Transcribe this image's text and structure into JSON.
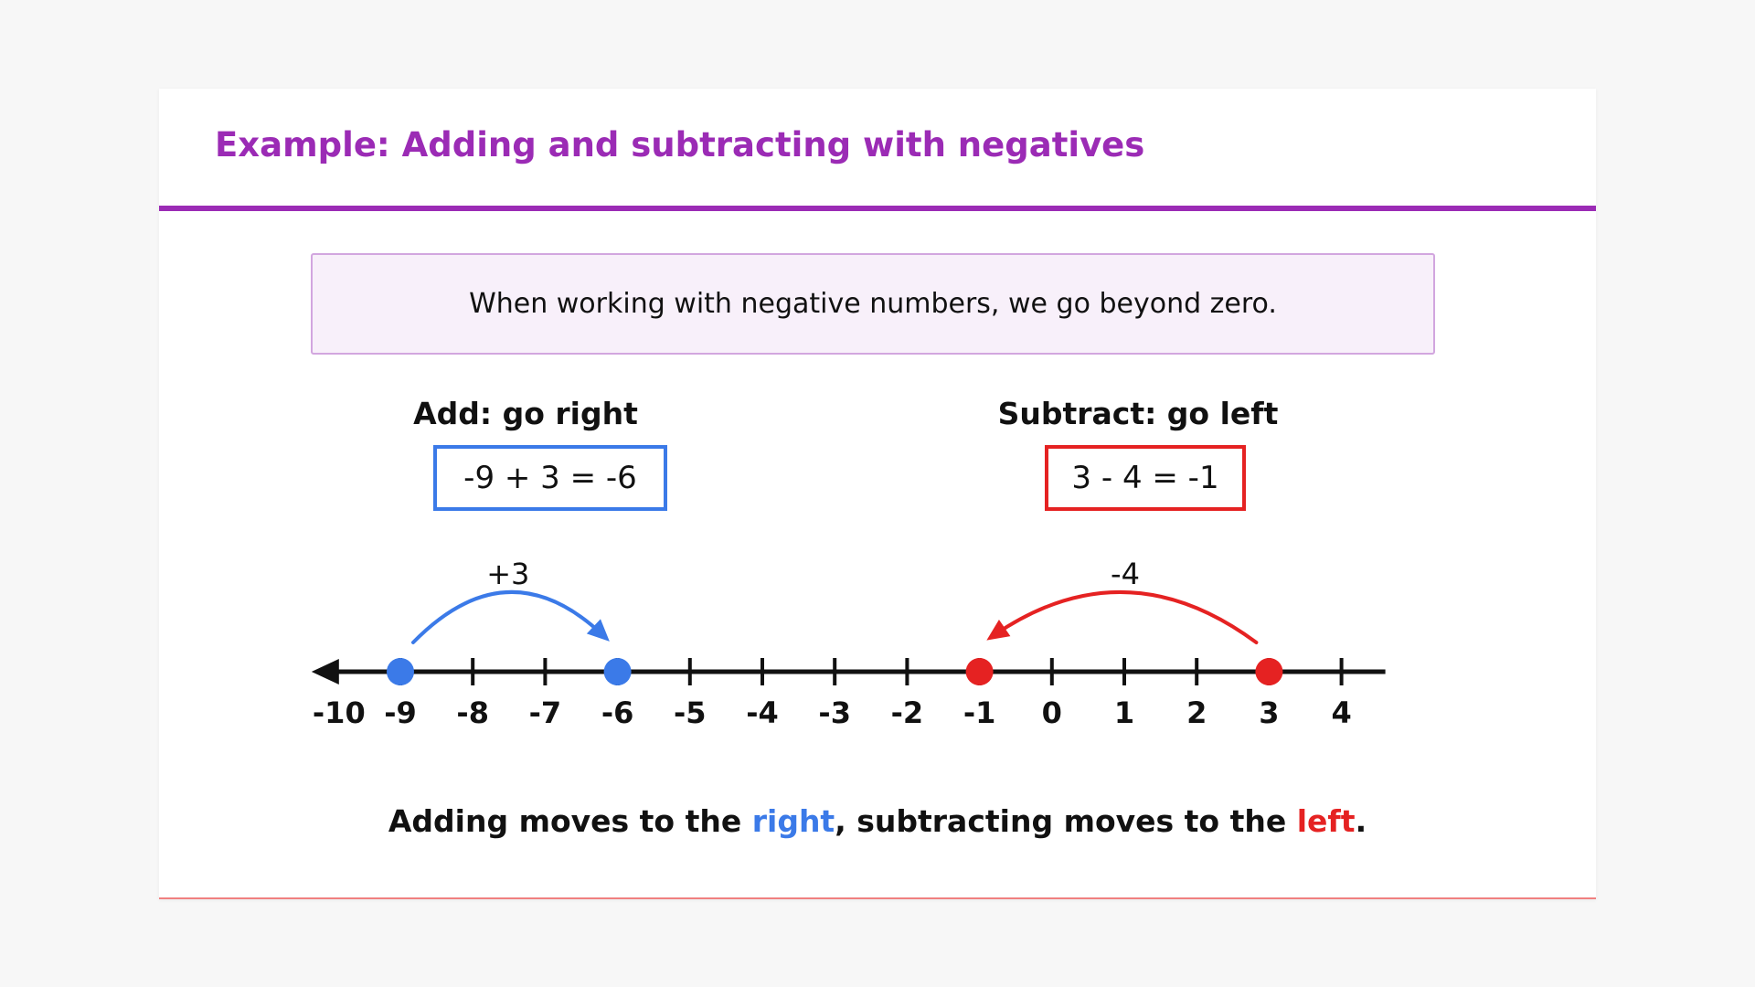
{
  "slide": {
    "title": "Example: Adding and subtracting with negatives",
    "intro": "When working with negative numbers, we go beyond zero.",
    "add": {
      "heading": "Add: go right",
      "equation": "-9 + 3 = -6",
      "color": "#3b7ae8"
    },
    "subtract": {
      "heading": "Subtract: go left",
      "equation": "3 - 4 = -1",
      "color": "#e52222"
    },
    "conclusion": {
      "part1": "Adding moves to the ",
      "right_word": "right",
      "part2": ", subtracting moves to the ",
      "left_word": "left",
      "part3": "."
    },
    "accent_color": "#9b2bb5"
  },
  "chart_data": {
    "type": "number-line",
    "ticks": [
      -10,
      -9,
      -8,
      -7,
      -6,
      -5,
      -4,
      -3,
      -2,
      -1,
      0,
      1,
      2,
      3,
      4
    ],
    "tick_labels": [
      "-10",
      "-9",
      "-8",
      "-7",
      "-6",
      "-5",
      "-4",
      "-3",
      "-2",
      "-1",
      "0",
      "1",
      "2",
      "3",
      "4"
    ],
    "left_arrow": true,
    "points": [
      {
        "value": -9,
        "color": "#3b7ae8"
      },
      {
        "value": -6,
        "color": "#3b7ae8"
      },
      {
        "value": -1,
        "color": "#e52222"
      },
      {
        "value": 3,
        "color": "#e52222"
      }
    ],
    "jumps": [
      {
        "from": -9,
        "to": -6,
        "label": "+3",
        "color": "#3b7ae8"
      },
      {
        "from": 3,
        "to": -1,
        "label": "-4",
        "color": "#e52222"
      }
    ]
  }
}
